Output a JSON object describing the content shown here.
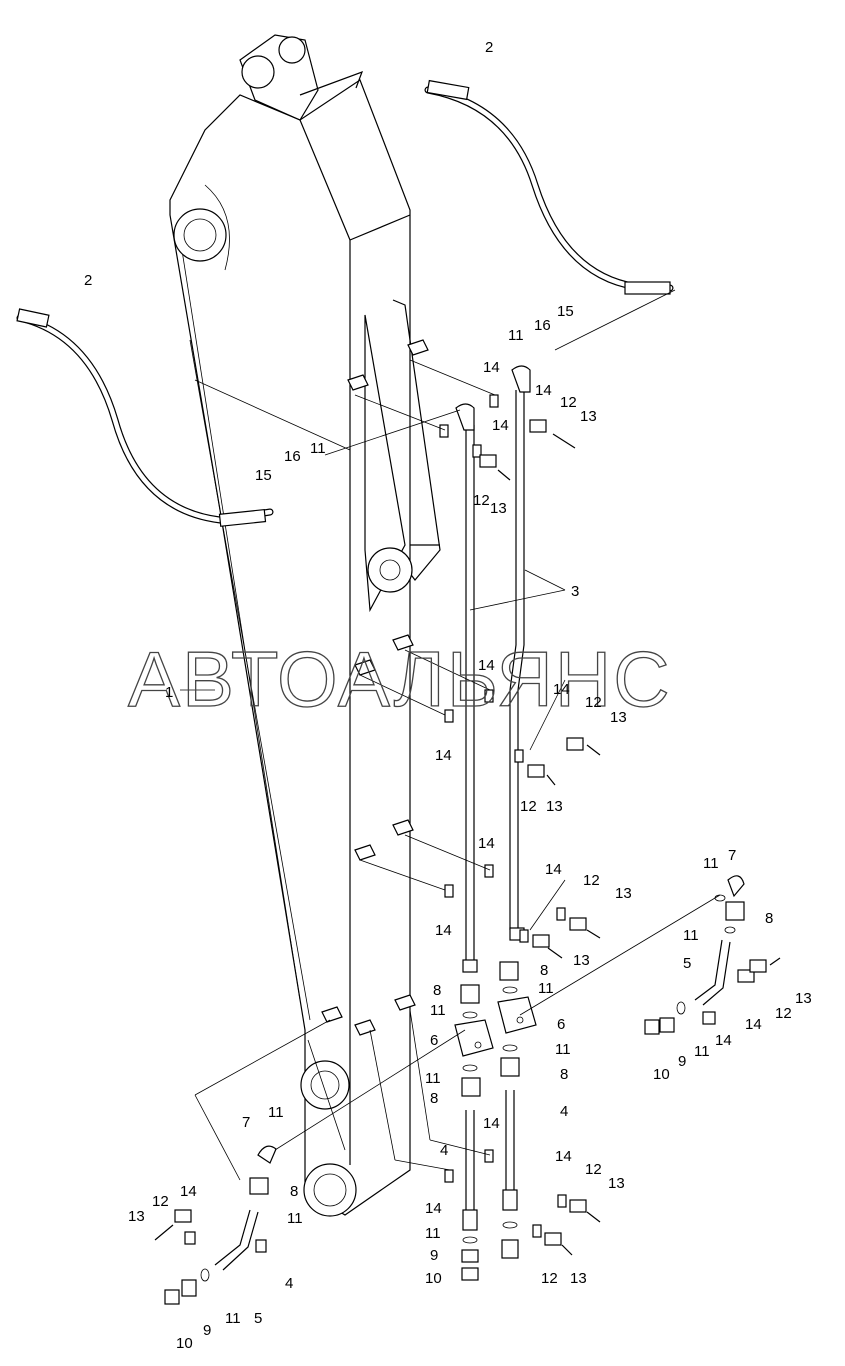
{
  "watermark": "АВТОАЛЬЯНС",
  "labels": {
    "boom": "1",
    "hose": "2",
    "pipe": "3",
    "tube": "4",
    "bent_pipe": "5",
    "block": "6",
    "elbow": "7",
    "adapter": "8",
    "nipple": "9",
    "cap": "10",
    "o_ring": "11",
    "clamp": "12",
    "bolt": "13",
    "bracket": "14",
    "o_ring_b": "15",
    "fitting": "16"
  }
}
